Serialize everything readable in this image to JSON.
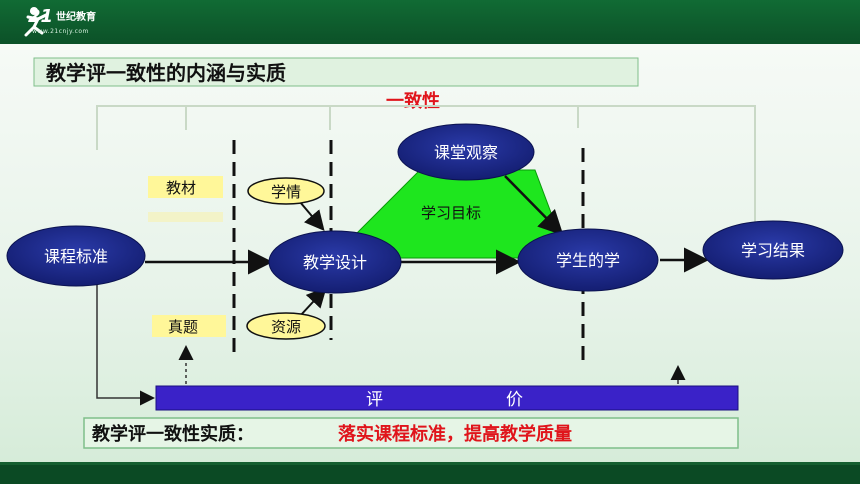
{
  "header": {
    "logo_main": "21",
    "logo_cn": "世纪教育",
    "logo_url": "www.21cnjy.com"
  },
  "slide": {
    "title": "教学评一致性的内涵与实质",
    "subtitle": "一致性",
    "nodes": {
      "curriculum": "课程标准",
      "design": "教学设计",
      "student": "学生的学",
      "result": "学习结果",
      "observe": "课堂观察",
      "goal": "学习目标",
      "situation": "学情",
      "resource": "资源",
      "textbook": "教材",
      "exam": "真题"
    },
    "eval_bar": {
      "left": "评",
      "right": "价"
    },
    "essence_label": "教学评一致性实质：",
    "essence_value": "落实课程标准，提高教学质量"
  },
  "colors": {
    "node_fill": "#1c2a8a",
    "node_text": "#ffffff",
    "goal_fill": "#1ee61e",
    "yellow": "#fff799",
    "red": "#e0141b",
    "eval_bar": "#3a22c8"
  }
}
